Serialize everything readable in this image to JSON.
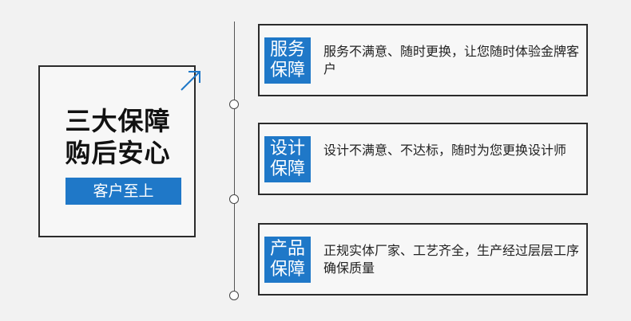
{
  "left_panel": {
    "title_line1": "三大保障",
    "title_line2": "购后安心",
    "badge": "客户至上"
  },
  "cards": [
    {
      "tag_line1": "服务",
      "tag_line2": "保障",
      "text": "服务不满意、随时更换，让您随时体验金牌客户"
    },
    {
      "tag_line1": "设计",
      "tag_line2": "保障",
      "text": "设计不满意、不达标，随时为您更换设计师"
    },
    {
      "tag_line1": "产品",
      "tag_line2": "保障",
      "text": "正规实体厂家、工艺齐全，生产经过层层工序确保质量"
    }
  ],
  "colors": {
    "accent": "#1f78c8",
    "border": "#2b2b2b",
    "background": "#f2f2f2"
  }
}
